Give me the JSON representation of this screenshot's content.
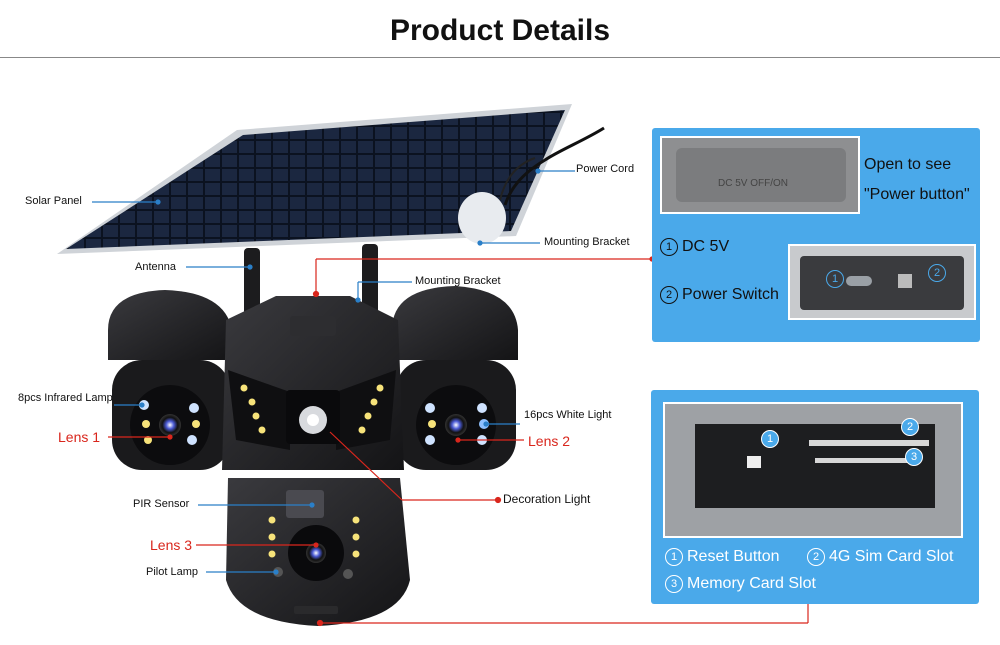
{
  "title": "Product Details",
  "labels": {
    "solar_panel": "Solar Panel",
    "antenna": "Antenna",
    "power_cord": "Power Cord",
    "mounting_bracket_top": "Mounting Bracket",
    "mounting_bracket_mid": "Mounting Bracket",
    "infrared_lamp": "8pcs Infrared Lamp",
    "lens1": "Lens 1",
    "lens2": "Lens 2",
    "white_light": "16pcs White Light",
    "decoration_light": "Decoration Light",
    "pir_sensor": "PIR Sensor",
    "lens3": "Lens 3",
    "pilot_lamp": "Pilot Lamp"
  },
  "panel_top": {
    "open_text_line1": "Open to see",
    "open_text_line2": "\"Power button\"",
    "cover_text": "DC 5V   OFF/ON",
    "items": [
      {
        "num": "1",
        "label": "DC 5V"
      },
      {
        "num": "2",
        "label": "Power Switch"
      }
    ],
    "port_markers": [
      "1",
      "2"
    ]
  },
  "panel_bottom": {
    "slot_markers": [
      "1",
      "2",
      "3"
    ],
    "items": [
      {
        "num": "1",
        "label": "Reset Button"
      },
      {
        "num": "2",
        "label": "4G Sim Card Slot"
      },
      {
        "num": "3",
        "label": "Memory Card Slot"
      }
    ]
  },
  "colors": {
    "panel": "#4aa9ea",
    "leader": "#2a7fc8",
    "red_leader": "#d9261c"
  }
}
